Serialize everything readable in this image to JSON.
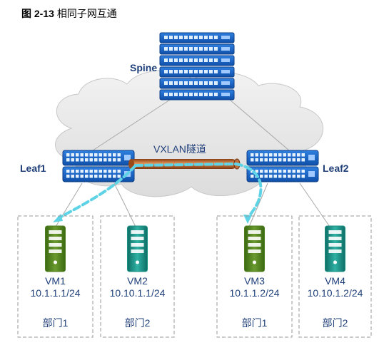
{
  "caption": {
    "figure_label": "图 2-13",
    "title": "相同子网互通"
  },
  "nodes": {
    "spine": "Spine",
    "leaf1": "Leaf1",
    "leaf2": "Leaf2"
  },
  "tunnel": {
    "label": "VXLAN隧道"
  },
  "vms": [
    {
      "name": "VM1",
      "ip": "10.1.1.1/24",
      "dept": "部门1",
      "color": "#4e7d1e"
    },
    {
      "name": "VM2",
      "ip": "10.10.1.1/24",
      "dept": "部门2",
      "color": "#1a8f83"
    },
    {
      "name": "VM3",
      "ip": "10.1.1.2/24",
      "dept": "部门1",
      "color": "#4e7d1e"
    },
    {
      "name": "VM4",
      "ip": "10.10.1.2/24",
      "dept": "部门2",
      "color": "#1a8f83"
    }
  ],
  "colors": {
    "switch": "#1560c0",
    "traffic_path": "#5fd3e6",
    "tunnel": "#b05a20",
    "cloud": "#e6e6e6"
  }
}
